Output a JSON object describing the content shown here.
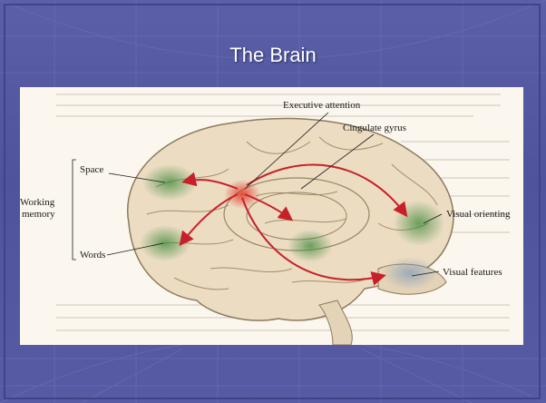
{
  "slide": {
    "title": "The Brain"
  },
  "figure": {
    "annotations": {
      "executive_attention": "Executive attention",
      "cingulate_gyrus": "Cingulate gyrus",
      "space": "Space",
      "working": "Working",
      "memory": "memory",
      "words": "Words",
      "visual_orienting": "Visual orienting",
      "visual_features": "Visual features"
    }
  },
  "colors": {
    "slide_background": "#5458a2",
    "title_text": "#ffffff",
    "arrow": "#c8202a",
    "activation_red": "#e23a2a",
    "activation_green": "#3f8a3a"
  }
}
